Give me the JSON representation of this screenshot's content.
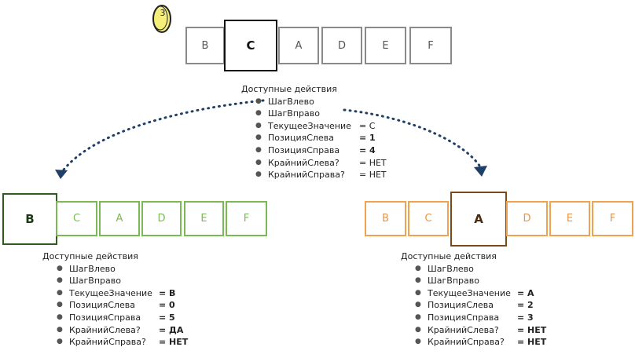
{
  "badge": {
    "number": "3"
  },
  "top": {
    "cells": [
      "B",
      "C",
      "A",
      "D",
      "E",
      "F"
    ],
    "selected_index": 1,
    "actions_title": "Доступные действия",
    "actions": [
      {
        "name": "ШагВлево",
        "value": ""
      },
      {
        "name": "ШагВправо",
        "value": ""
      },
      {
        "name": "ТекущееЗначение",
        "value": "= C"
      },
      {
        "name": "ПозицияСлева",
        "value": "= 1"
      },
      {
        "name": "ПозицияСправа",
        "value": "= 4"
      },
      {
        "name": "КрайнийСлева?",
        "value": "= НЕТ"
      },
      {
        "name": "КрайнийСправа?",
        "value": "= НЕТ"
      }
    ]
  },
  "left": {
    "cells": [
      "B",
      "C",
      "A",
      "D",
      "E",
      "F"
    ],
    "selected_index": 0,
    "actions_title": "Доступные действия",
    "actions": [
      {
        "name": "ШагВлево",
        "value": ""
      },
      {
        "name": "ШагВправо",
        "value": ""
      },
      {
        "name": "ТекущееЗначение",
        "value": "= B"
      },
      {
        "name": "ПозицияСлева",
        "value": "= 0"
      },
      {
        "name": "ПозицияСправа",
        "value": "= 5"
      },
      {
        "name": "КрайнийСлева?",
        "value": "= ДА"
      },
      {
        "name": "КрайнийСправа?",
        "value": "= НЕТ"
      }
    ]
  },
  "right": {
    "cells": [
      "B",
      "C",
      "A",
      "D",
      "E",
      "F"
    ],
    "selected_index": 2,
    "actions_title": "Доступные действия",
    "actions": [
      {
        "name": "ШагВлево",
        "value": ""
      },
      {
        "name": "ШагВправо",
        "value": ""
      },
      {
        "name": "ТекущееЗначение",
        "value": "= A"
      },
      {
        "name": "ПозицияСлева",
        "value": "= 2"
      },
      {
        "name": "ПозицияСправа",
        "value": "= 3"
      },
      {
        "name": "КрайнийСлева?",
        "value": "= НЕТ"
      },
      {
        "name": "КрайнийСправа?",
        "value": "= НЕТ"
      }
    ]
  },
  "colors": {
    "top_border": "#8a8a8a",
    "left_border": "#7cb955",
    "right_border": "#f0a24f",
    "arrow": "#1f3f66",
    "badge_fill": "#f5ee7a"
  }
}
